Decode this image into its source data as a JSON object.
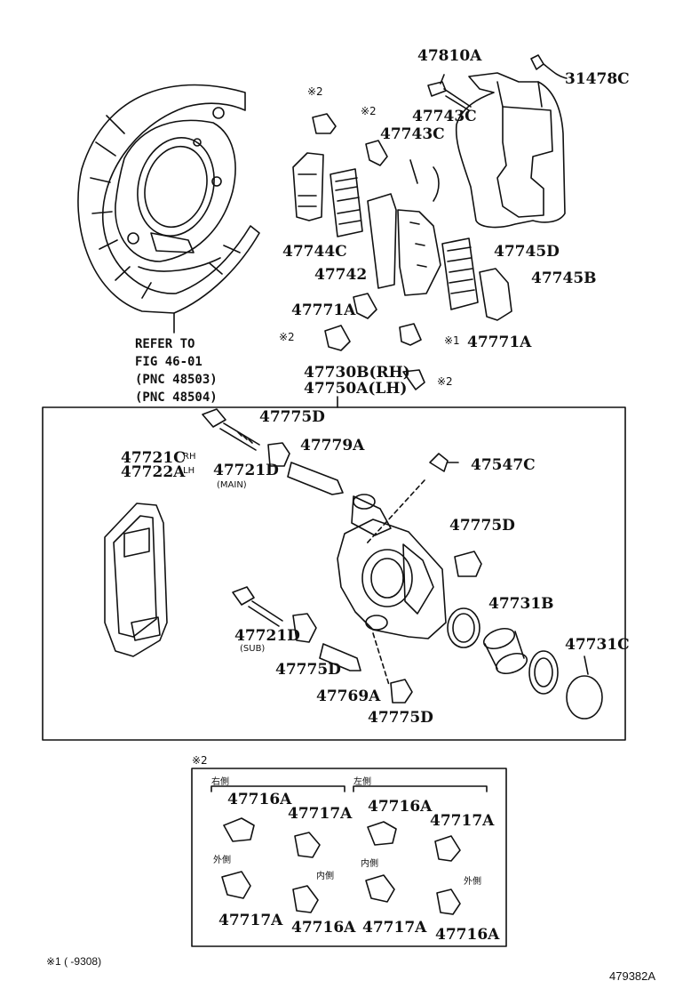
{
  "diagram_code": "479382A",
  "footnote": "※1 (      -9308)",
  "refer_note": {
    "line1": "REFER TO",
    "line2": "FIG 46-01",
    "line3": "(PNC 48503)",
    "line4": "(PNC 48504)"
  },
  "marks": {
    "m1": "※1",
    "m2": "※2"
  },
  "parts": {
    "p47810A": "47810A",
    "p31478C": "31478C",
    "p47743C_a": "47743C",
    "p47743C_b": "47743C",
    "p47744C": "47744C",
    "p47742": "47742",
    "p47745D_top": "47745D",
    "p47745B": "47745B",
    "p47771A_a": "47771A",
    "p47771A_b": "47771A",
    "p47730B": "47730B(RH)",
    "p47750A": "47750A(LH)",
    "p47775D_a": "47775D",
    "p47779A": "47779A",
    "p47721C": "47721C",
    "p47722A": "47722A",
    "p47721D_main": "47721D",
    "main_note": "(MAIN)",
    "p47547C": "47547C",
    "p47775D_b": "47775D",
    "p47731B": "47731B",
    "p47721D_sub": "47721D",
    "sub_note": "(SUB)",
    "p47731C": "47731C",
    "p47775D_c": "47775D",
    "p47769A": "47769A",
    "p47775D_d": "47775D",
    "rh": "RH",
    "lh": "LH"
  },
  "inset": {
    "mark": "※2",
    "right_side": "右側",
    "left_side": "左側",
    "outer_a": "外側",
    "inner_a": "内側",
    "inner_b": "内側",
    "outer_b": "外側",
    "p47716A_1": "47716A",
    "p47717A_1": "47717A",
    "p47716A_2": "47716A",
    "p47717A_2": "47717A",
    "p47717A_3": "47717A",
    "p47716A_3": "47716A",
    "p47717A_4": "47717A",
    "p47716A_4": "47716A"
  }
}
